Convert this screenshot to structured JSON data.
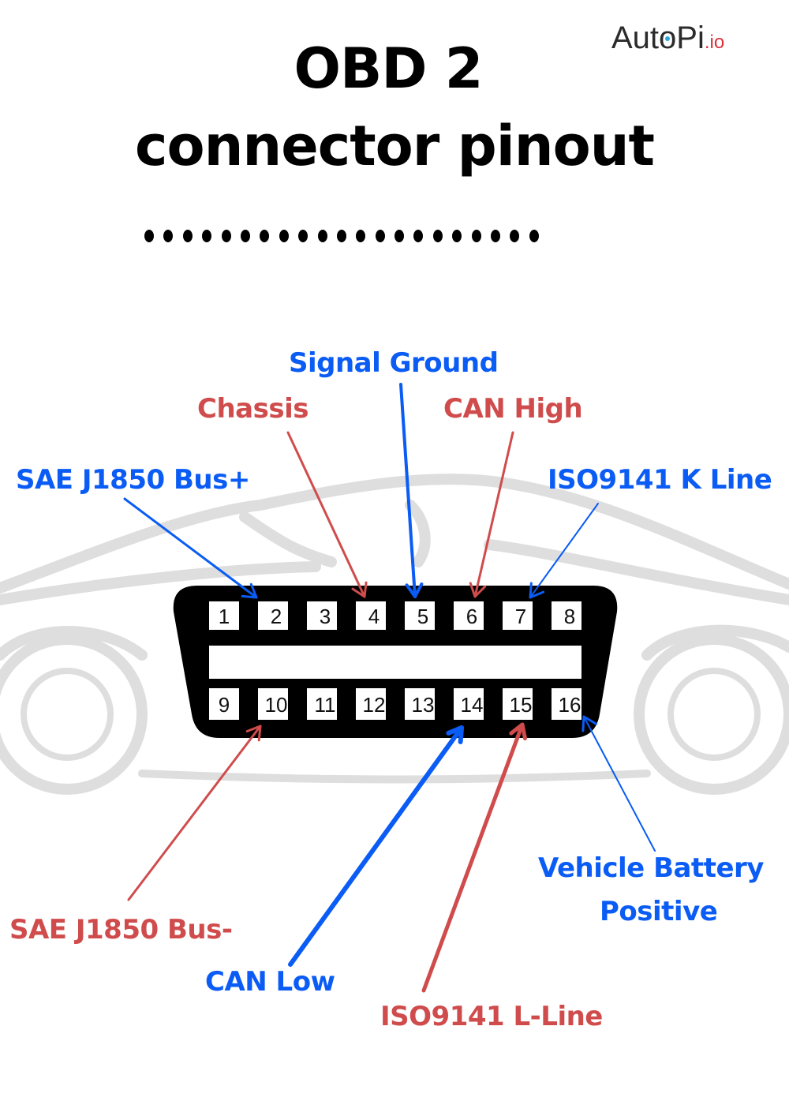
{
  "title": {
    "line1": "OBD 2",
    "line2": "connector pinout"
  },
  "logo": {
    "main_prefix": "Aut",
    "main_o": "o",
    "main_suffix": "Pi",
    "tld": ".io"
  },
  "separator": {
    "dot_count": 21
  },
  "colors": {
    "blue": "#0a5cf5",
    "red": "#d04c4c",
    "connector": "#000000",
    "car_outline": "#dedede"
  },
  "connector": {
    "top_row_pins": [
      "1",
      "2",
      "3",
      "4",
      "5",
      "6",
      "7",
      "8"
    ],
    "bottom_row_pins": [
      "9",
      "10",
      "11",
      "12",
      "13",
      "14",
      "15",
      "16"
    ]
  },
  "labels": [
    {
      "id": "signal-ground",
      "text": "Signal Ground",
      "pin": "5",
      "color": "blue"
    },
    {
      "id": "chassis",
      "text": "Chassis",
      "pin": "4",
      "color": "red"
    },
    {
      "id": "can-high",
      "text": "CAN High",
      "pin": "6",
      "color": "red"
    },
    {
      "id": "sae-j1850-bus-plus",
      "text": "SAE J1850 Bus+",
      "pin": "2",
      "color": "blue"
    },
    {
      "id": "iso9141-k-line",
      "text": "ISO9141 K Line",
      "pin": "7",
      "color": "blue"
    },
    {
      "id": "vehicle-battery-positive",
      "text": "Vehicle Battery",
      "text2": "Positive",
      "pin": "16",
      "color": "blue"
    },
    {
      "id": "sae-j1850-bus-minus",
      "text": "SAE J1850 Bus-",
      "pin": "10",
      "color": "red"
    },
    {
      "id": "can-low",
      "text": "CAN Low",
      "pin": "14",
      "color": "blue"
    },
    {
      "id": "iso9141-l-line",
      "text": "ISO9141 L-Line",
      "pin": "15",
      "color": "red"
    }
  ]
}
